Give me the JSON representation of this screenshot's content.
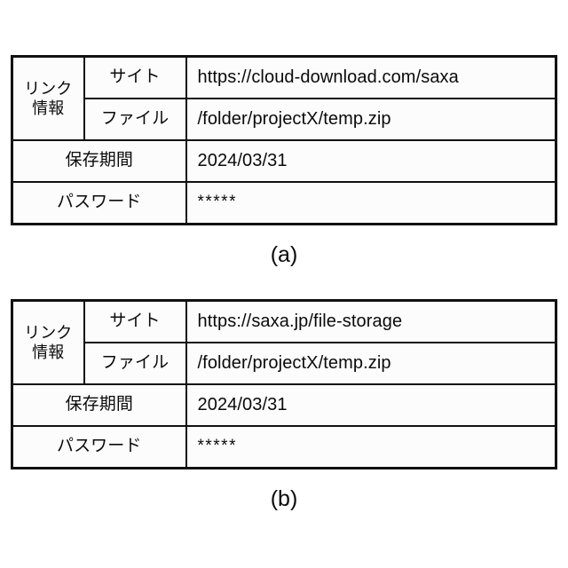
{
  "figures": [
    {
      "id": "a",
      "caption": "(a)",
      "table": {
        "group_label_lines": [
          "リンク",
          "情報"
        ],
        "rows": [
          {
            "key": "サイト",
            "value": "https://cloud-download.com/saxa",
            "grouped": true
          },
          {
            "key": "ファイル",
            "value": "/folder/projectX/temp.zip",
            "grouped": true
          },
          {
            "key": "保存期間",
            "value": "2024/03/31",
            "grouped": false
          },
          {
            "key": "パスワード",
            "value": "*****",
            "grouped": false,
            "masked": true
          }
        ]
      }
    },
    {
      "id": "b",
      "caption": "(b)",
      "table": {
        "group_label_lines": [
          "リンク",
          "情報"
        ],
        "rows": [
          {
            "key": "サイト",
            "value": "https://saxa.jp/file-storage",
            "grouped": true
          },
          {
            "key": "ファイル",
            "value": "/folder/projectX/temp.zip",
            "grouped": true
          },
          {
            "key": "保存期間",
            "value": "2024/03/31",
            "grouped": false
          },
          {
            "key": "パスワード",
            "value": "*****",
            "grouped": false,
            "masked": true
          }
        ]
      }
    }
  ],
  "colors": {
    "border": "#111111",
    "text": "#0a0a0a",
    "cell_background": "#fcfcfc",
    "page_background": "#ffffff"
  }
}
